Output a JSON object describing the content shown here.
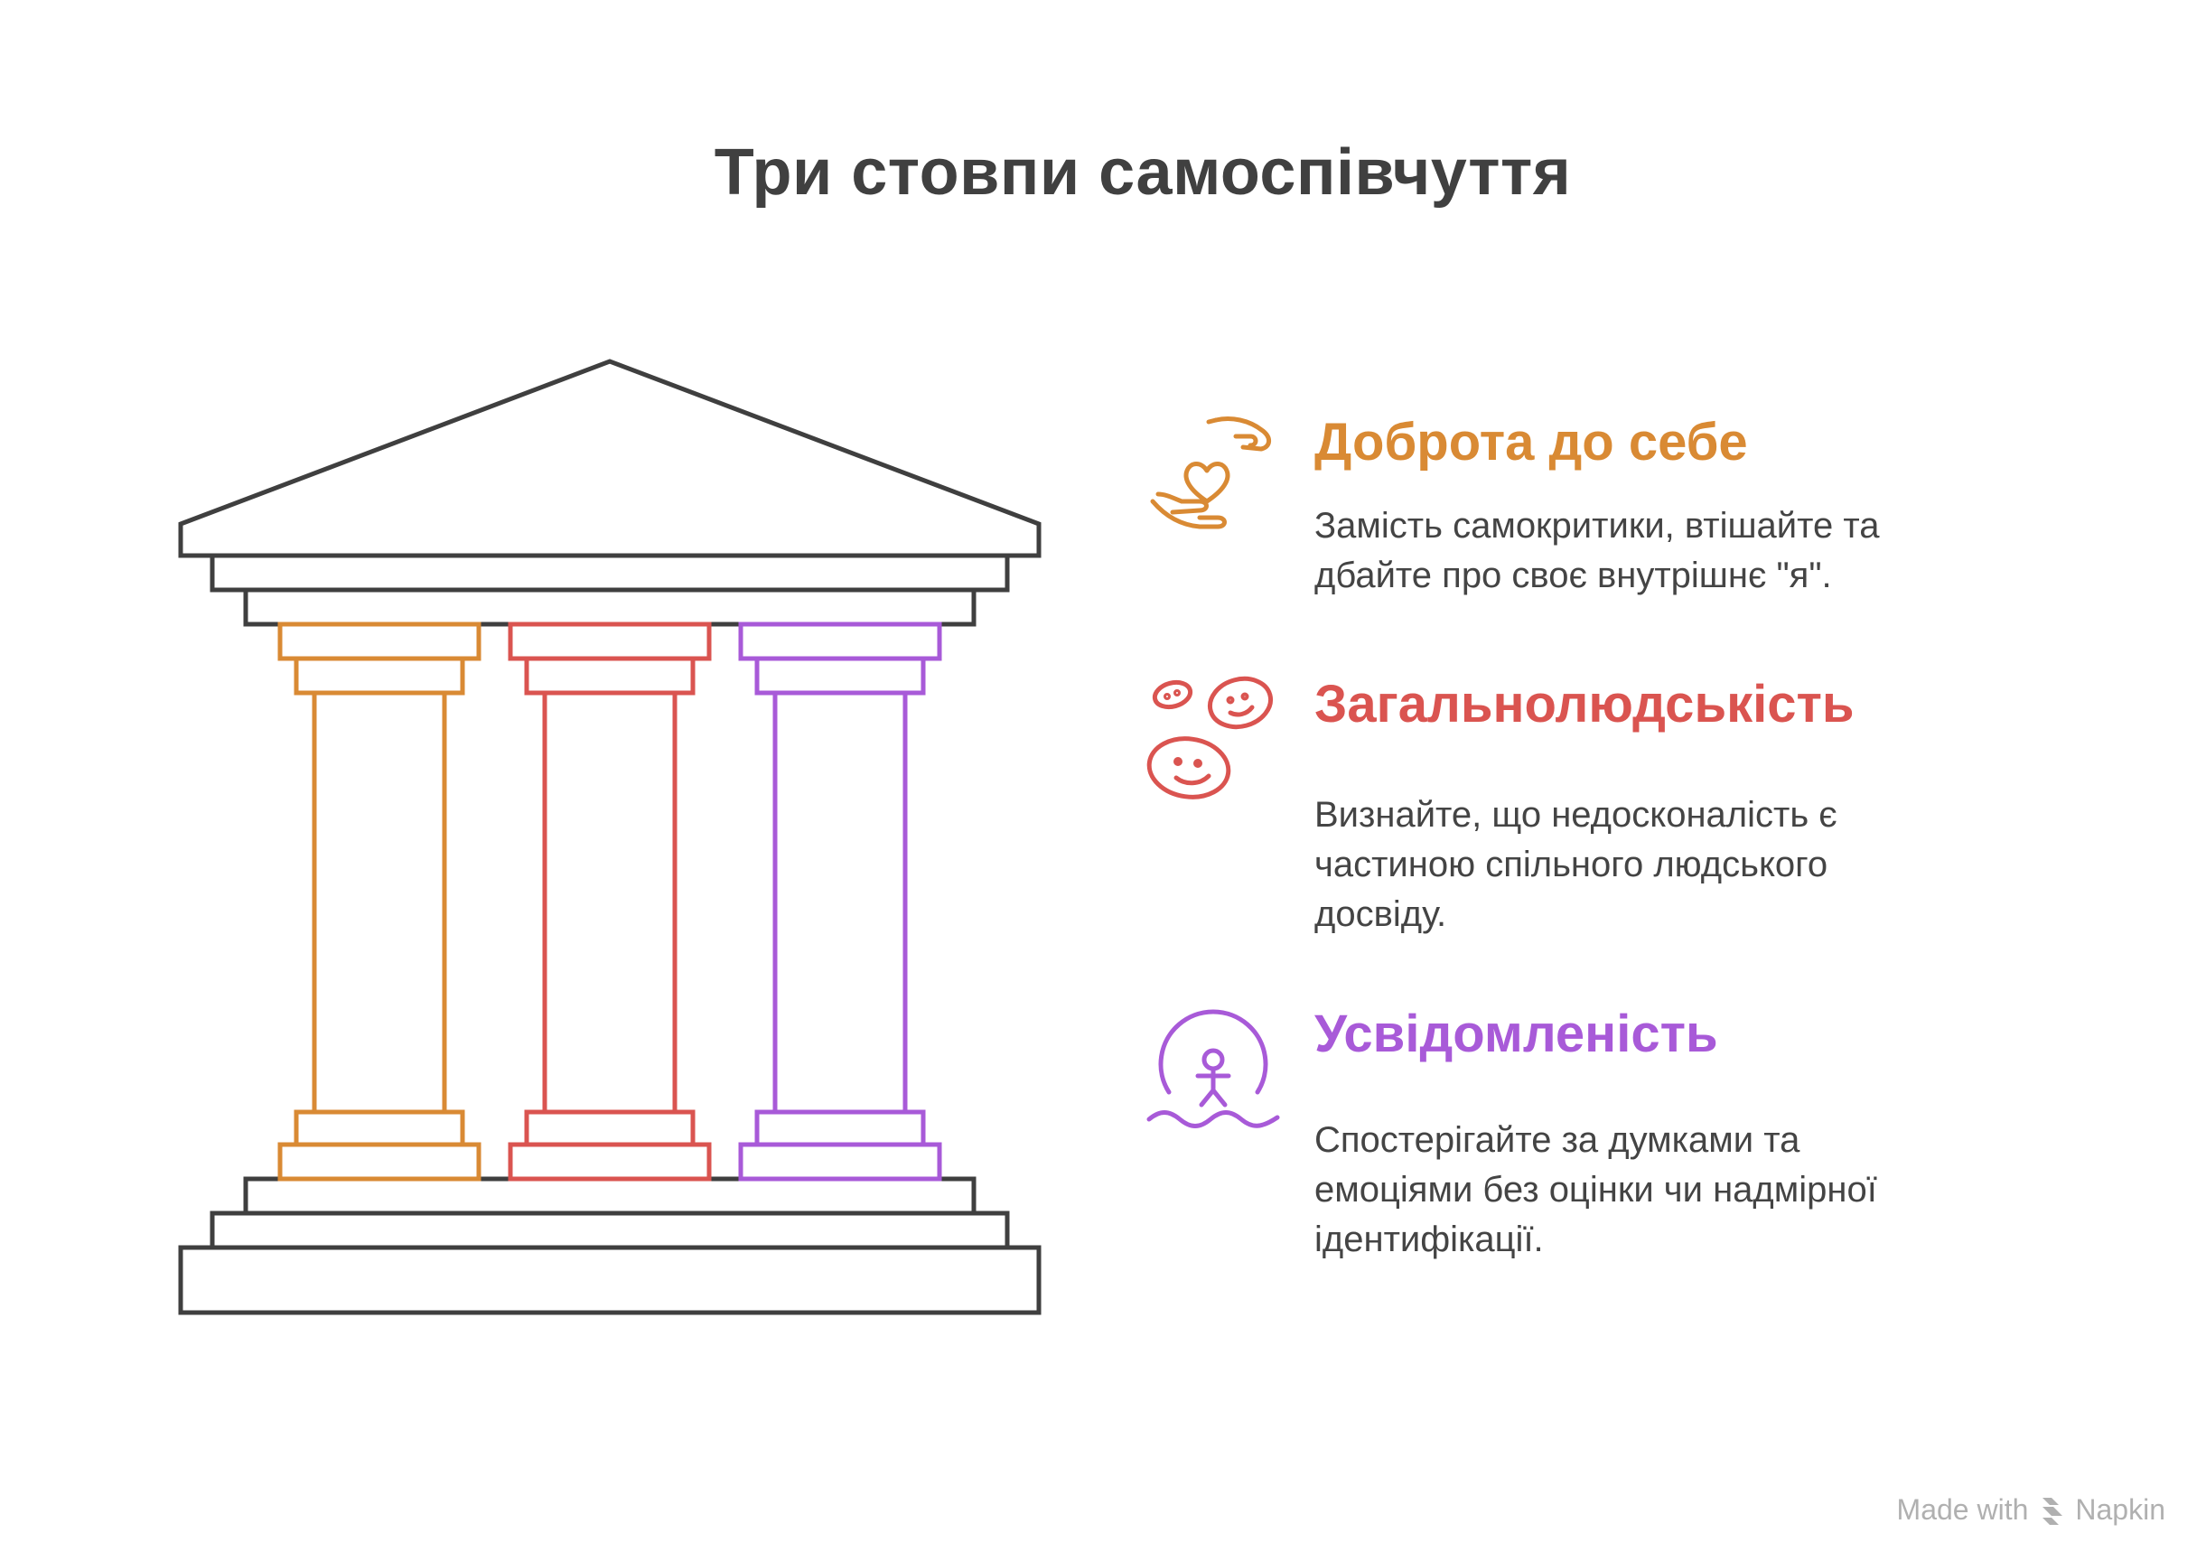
{
  "title": "Три стовпи самоспівчуття",
  "colors": {
    "outline": "#3f3f3f",
    "kindness": "#D98A34",
    "humanity": "#DA5450",
    "mindfulness": "#A85AD8"
  },
  "pillars": [
    {
      "heading": "Доброта до себе",
      "description": "Замість самокритики, втішайте та\nдбайте про своє внутрішнє \"я\".",
      "color": "#D98A34",
      "icon": "hands-heart-icon"
    },
    {
      "heading": "Загальнолюдськість",
      "description": "Визнайте, що недосконалість є\nчастиною спільного людського\nдосвіду.",
      "color": "#DA5450",
      "icon": "smiling-faces-icon"
    },
    {
      "heading": "Усвідомленість",
      "description": "Спостерігайте за думками та\nемоціями без оцінки чи надмірної\nідентифікації.",
      "color": "#A85AD8",
      "icon": "person-in-circle-waves-icon"
    }
  ],
  "footer": {
    "made_with": "Made with",
    "brand": "Napkin"
  }
}
